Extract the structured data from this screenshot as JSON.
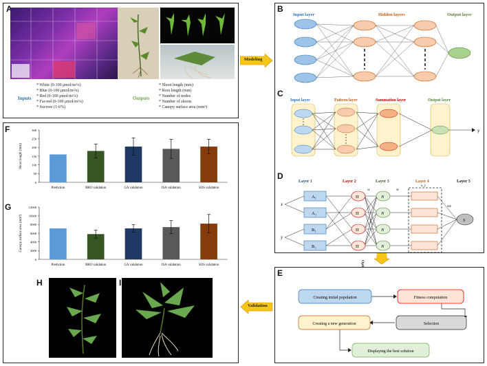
{
  "panels": {
    "A": {
      "label": "A",
      "inputs_title": "Inputs",
      "inputs": [
        "White (0-100 μmol/m²/s)",
        "Blue (0-100 μmol/m²/s)",
        "Red (0-100 μmol/m²/s)",
        "Far-red (0-100 μmol/m²/s)",
        "Sucrose (1-6%)"
      ],
      "outputs_title": "Outputs",
      "outputs": [
        "Shoot length (mm)",
        "Root length (mm)",
        "Number of nodes",
        "Number of shoots",
        "Canopy surface area (mm²)"
      ]
    },
    "B": {
      "label": "B",
      "input_layer": "Input layer",
      "hidden_layers": "Hidden layers",
      "output_layer": "Output layer"
    },
    "C": {
      "label": "C",
      "input_layer": "Input layer",
      "pattern_layer": "Pattern layer",
      "summation_layer": "Summation layer",
      "output_layer": "Output layer",
      "y": "y"
    },
    "D": {
      "label": "D",
      "layer1": "Layer 1",
      "layer2": "Layer 2",
      "layer3": "Layer 3",
      "layer4": "Layer 4",
      "layer5": "Layer 5",
      "x": "x",
      "y": "y",
      "a_nodes": [
        "A₁",
        "A₂",
        "B₁",
        "B₂"
      ],
      "pi": "Π",
      "n": "N",
      "s": "S",
      "w": "w",
      "wbar": "w̄",
      "wz": "w̄z",
      "xy": "x, y"
    },
    "E": {
      "label": "E",
      "creating_initial": "Creating initial population",
      "fitness": "Fitness computation",
      "selection": "Selection",
      "new_generation": "Creating a new generation",
      "best": "Displaying the best solution"
    },
    "F": {
      "label": "F"
    },
    "G": {
      "label": "G"
    },
    "H": {
      "label": "H"
    },
    "I": {
      "label": "I"
    }
  },
  "arrows": {
    "modeling": "Modeling",
    "optimizing": "Optimizing",
    "validation": "Validation"
  },
  "chart_data": [
    {
      "type": "bar",
      "ylabel": "Shoot length (mm)",
      "categories": [
        "Prediction",
        "BBO validation",
        "GA validation",
        "ISA validation",
        "SOS validation"
      ],
      "values": [
        160,
        180,
        205,
        192,
        205
      ],
      "errors": [
        0,
        40,
        50,
        55,
        42
      ],
      "ylim": [
        0,
        300
      ],
      "yticks": [
        "0",
        "50",
        "100",
        "150",
        "200",
        "250",
        "300"
      ],
      "colors": [
        "#5b9bd5",
        "#375623",
        "#1f3864",
        "#595959",
        "#843c0c"
      ]
    },
    {
      "type": "bar",
      "ylabel": "Canopy surface area (mm²)",
      "categories": [
        "Prediction",
        "BBO validation",
        "GA validation",
        "ISA validation",
        "SOS validation"
      ],
      "values": [
        7100,
        5800,
        7100,
        7400,
        8200
      ],
      "errors": [
        0,
        900,
        900,
        1500,
        2100
      ],
      "ylim": [
        0,
        12000
      ],
      "yticks": [
        "0",
        "2000",
        "4000",
        "6000",
        "8000",
        "10000",
        "12000"
      ],
      "colors": [
        "#5b9bd5",
        "#375623",
        "#1f3864",
        "#595959",
        "#843c0c"
      ]
    }
  ]
}
